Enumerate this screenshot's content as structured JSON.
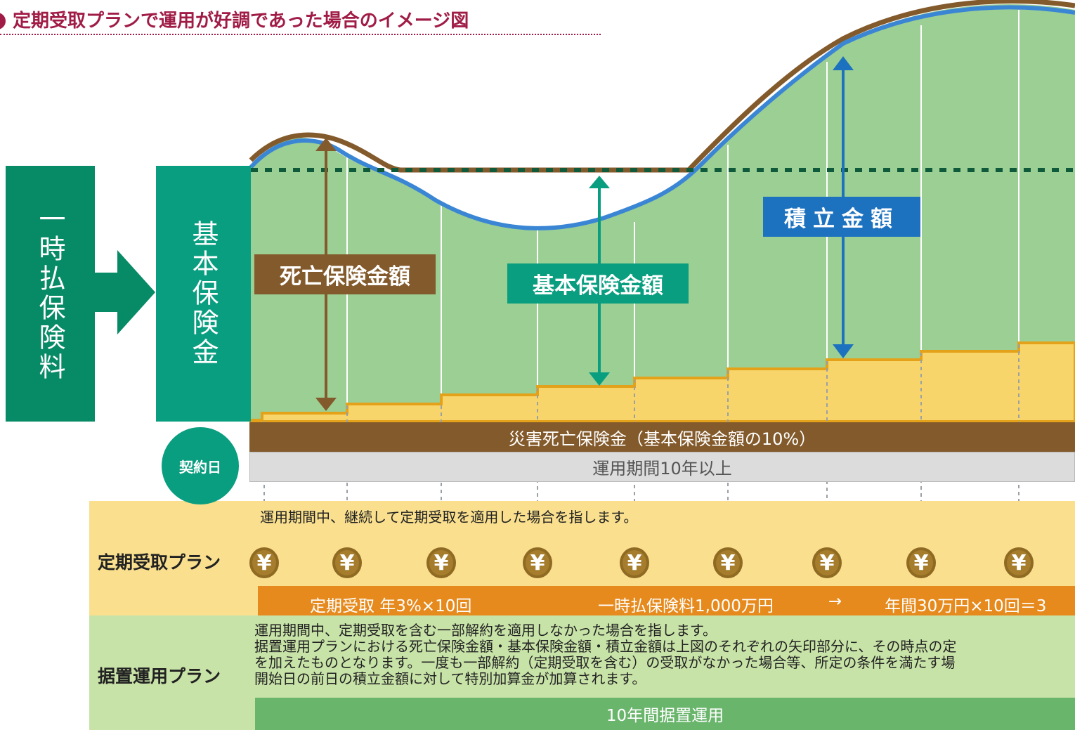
{
  "title": "定期受取プランで運用が好調であった場合のイメージ図",
  "boxes": {
    "single_premium": "一時払保険料",
    "basic_insured": "基本保険金"
  },
  "labels": {
    "death_benefit": "死亡保険金額",
    "basic_amount": "基本保険金額",
    "accumulated": "積立金額"
  },
  "bands": {
    "disaster": "災害死亡保険金（基本保険金額の10%）",
    "period": "運用期間10年以上"
  },
  "contract_day": "契約日",
  "plans": {
    "periodic": {
      "name": "定期受取プラン",
      "note": "運用期間中、継続して定期受取を適用した場合を指します。",
      "bar_parts": [
        "定期受取 年3%×10回",
        "一時払保険料1,000万円",
        "→",
        "年間30万円×10回＝3"
      ],
      "yen_symbol": "¥",
      "payouts": 10
    },
    "deferred": {
      "name": "据置運用プラン",
      "lines": [
        "運用期間中、定期受取を含む一部解約を適用しなかった場合を指します。",
        "据置運用プランにおける死亡保険金額・基本保険金額・積立金額は上図のそれぞれの矢印部分に、その時点の定",
        "を加えたものとなります。一度も一部解約（定期受取を含む）の受取がなかった場合等、所定の条件を満たす場",
        "開始日の前日の積立金額に対して特別加算金が加算されます。"
      ],
      "bar": "10年間据置運用"
    }
  },
  "colors": {
    "title": "#a01c46",
    "green_dark": "#078a66",
    "teal": "#0a9e80",
    "area_green": "#9ccf94",
    "brown": "#835a2b",
    "blue": "#1d72bf",
    "gold": "#f8d56a",
    "orange": "#e68a1d"
  }
}
